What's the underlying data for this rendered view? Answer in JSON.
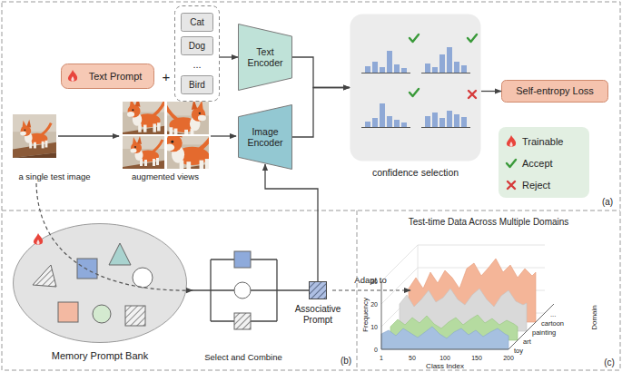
{
  "diagram": {
    "nodes": [
      {
        "text": [
          "Text Prompt"
        ]
      },
      {
        "text": []
      },
      {
        "text": [
          "Cat"
        ],
        "in": 1
      },
      {
        "text": [
          "Dog"
        ],
        "in": 1
      },
      {
        "text": [
          "Bird"
        ],
        "in": 1
      },
      {
        "text": [
          "Text Encoder"
        ]
      },
      {
        "text": [
          "Image Encoder"
        ]
      },
      {
        "text": [
          "confidence selection"
        ]
      },
      {
        "text": [
          "Self-entropy Loss"
        ]
      },
      {
        "text": [
          "Memory Prompt Bank"
        ]
      },
      {
        "text": [
          "Associative Prompt"
        ]
      }
    ],
    "edges": [
      {
        "from": 1,
        "to": 5,
        "arrow": "to"
      },
      {
        "from": 5,
        "to": 7,
        "arrow": "to"
      },
      {
        "from": 6,
        "to": 7,
        "arrow": "to"
      },
      {
        "from": 7,
        "to": 8,
        "arrow": "to"
      },
      {
        "from": 9,
        "to": 10,
        "arrow": "none"
      },
      {
        "from": 10,
        "to": 6,
        "arrow": "to"
      }
    ],
    "labels": [
      "+",
      "...",
      "a single test image",
      "augmented views",
      "(a)",
      "Select and Combine",
      "(b)",
      "Adapt to",
      "Test-time Data Across Multiple Domains",
      "Frequency",
      "Class Index",
      "Domain",
      "0",
      "10",
      "20",
      "30",
      "1",
      "50",
      "100",
      "150",
      "200",
      "toy",
      "art",
      "painting",
      "cartoon",
      "...",
      "(c)"
    ],
    "legend": [
      {
        "text": "Trainable"
      },
      {
        "text": "Accept"
      },
      {
        "text": "Reject"
      }
    ]
  }
}
